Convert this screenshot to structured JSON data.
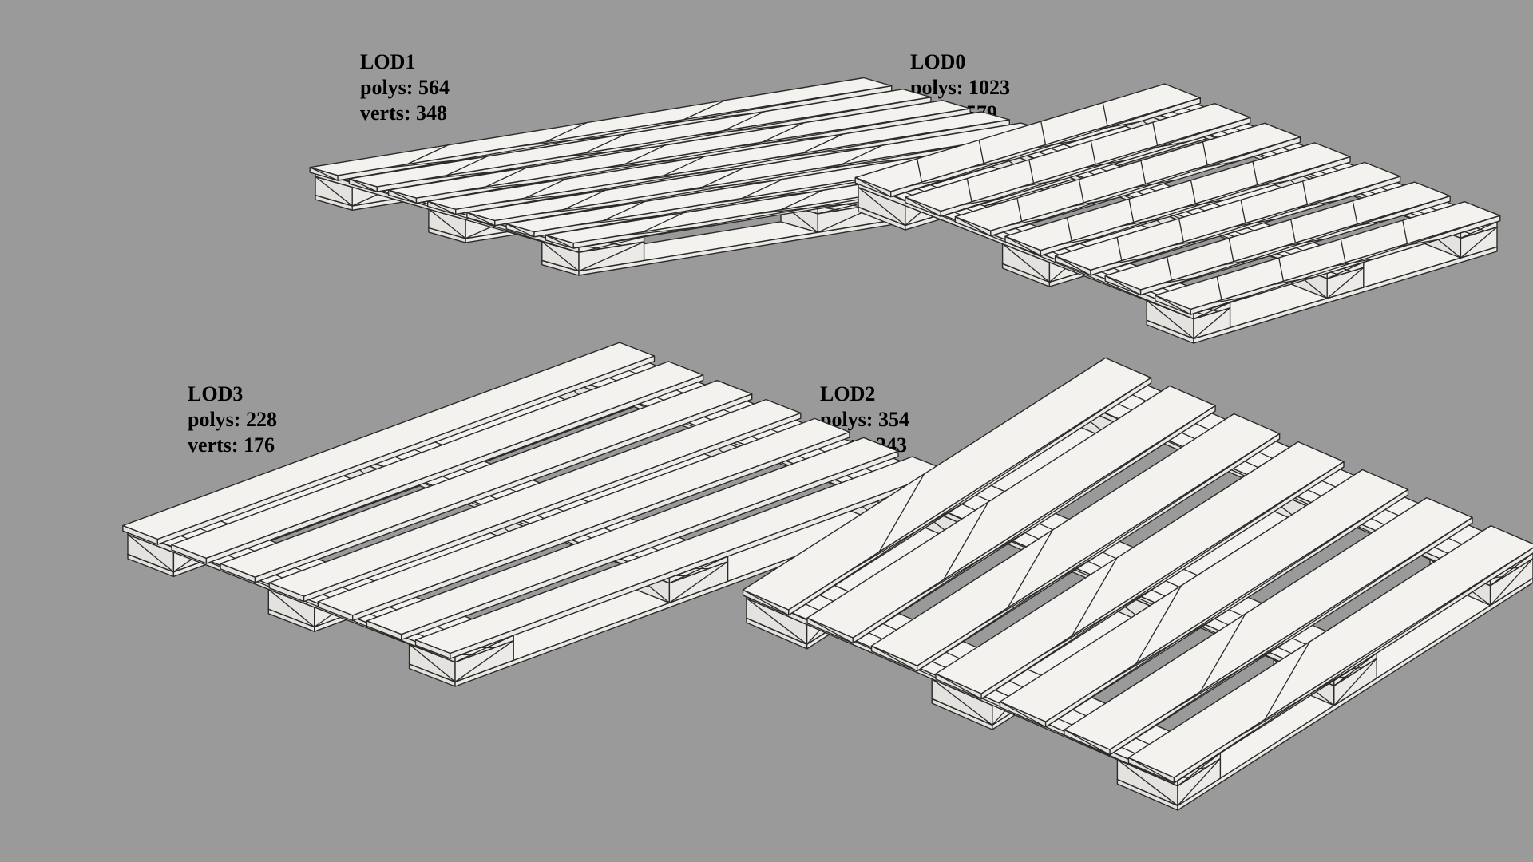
{
  "colors": {
    "background": "#9a9a9a",
    "model_fill": "#f4f2ef",
    "wire": "#2a2a2a",
    "text": "#000000"
  },
  "models": [
    {
      "id": "lod1",
      "name": "LOD1",
      "polys": "polys: 564",
      "verts": "verts: 348"
    },
    {
      "id": "lod0",
      "name": "LOD0",
      "polys": "polys: 1023",
      "verts": "verts: 579"
    },
    {
      "id": "lod3",
      "name": "LOD3",
      "polys": "polys: 228",
      "verts": "verts: 176"
    },
    {
      "id": "lod2",
      "name": "LOD2",
      "polys": "polys: 354",
      "verts": "verts: 243"
    }
  ]
}
